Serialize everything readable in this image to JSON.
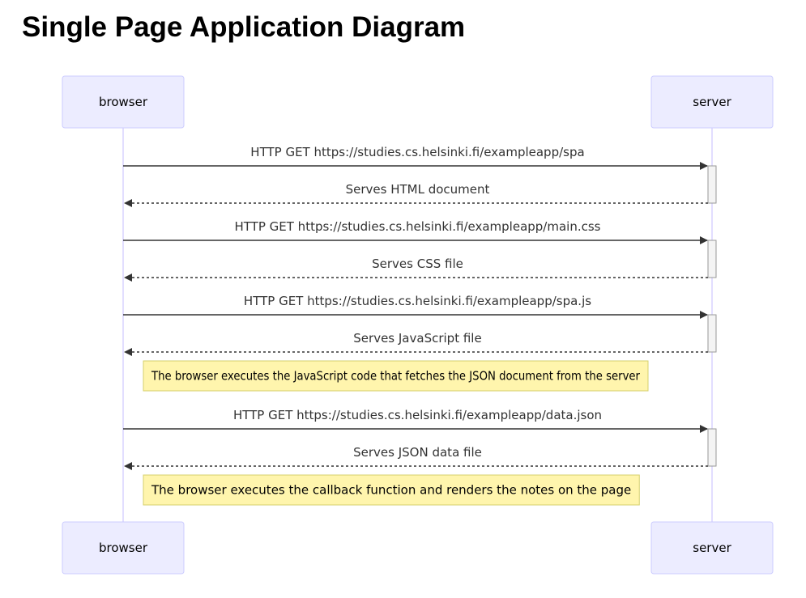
{
  "page_title": "Single Page Application Diagram",
  "participants": [
    {
      "id": "browser",
      "label": "browser"
    },
    {
      "id": "server",
      "label": "server"
    }
  ],
  "messages": [
    {
      "from": "browser",
      "to": "server",
      "label": "HTTP GET https://studies.cs.helsinki.fi/exampleapp/spa",
      "style": "solid"
    },
    {
      "from": "server",
      "to": "browser",
      "label": "Serves HTML document",
      "style": "dashed"
    },
    {
      "from": "browser",
      "to": "server",
      "label": "HTTP GET https://studies.cs.helsinki.fi/exampleapp/main.css",
      "style": "solid"
    },
    {
      "from": "server",
      "to": "browser",
      "label": "Serves CSS file",
      "style": "dashed"
    },
    {
      "from": "browser",
      "to": "server",
      "label": "HTTP GET https://studies.cs.helsinki.fi/exampleapp/spa.js",
      "style": "solid"
    },
    {
      "from": "server",
      "to": "browser",
      "label": "Serves JavaScript file",
      "style": "dashed"
    },
    {
      "from": "browser",
      "to": "server",
      "label": "HTTP GET https://studies.cs.helsinki.fi/exampleapp/data.json",
      "style": "solid"
    },
    {
      "from": "server",
      "to": "browser",
      "label": "Serves JSON data file",
      "style": "dashed"
    }
  ],
  "notes": [
    {
      "after_message": 5,
      "text": "The browser executes the JavaScript code that fetches the JSON document from the server"
    },
    {
      "after_message": 7,
      "text": "The browser executes the callback function and renders the notes on the page"
    }
  ],
  "colors": {
    "actor_fill": "#ececff",
    "actor_stroke": "#ccccff",
    "lifeline": "#d8d4ff",
    "arrow": "#333333",
    "text": "#333333",
    "note_fill": "#fff5ad",
    "note_stroke": "#d6d06c",
    "activation_fill": "#f4f4f4",
    "activation_stroke": "#999999"
  }
}
